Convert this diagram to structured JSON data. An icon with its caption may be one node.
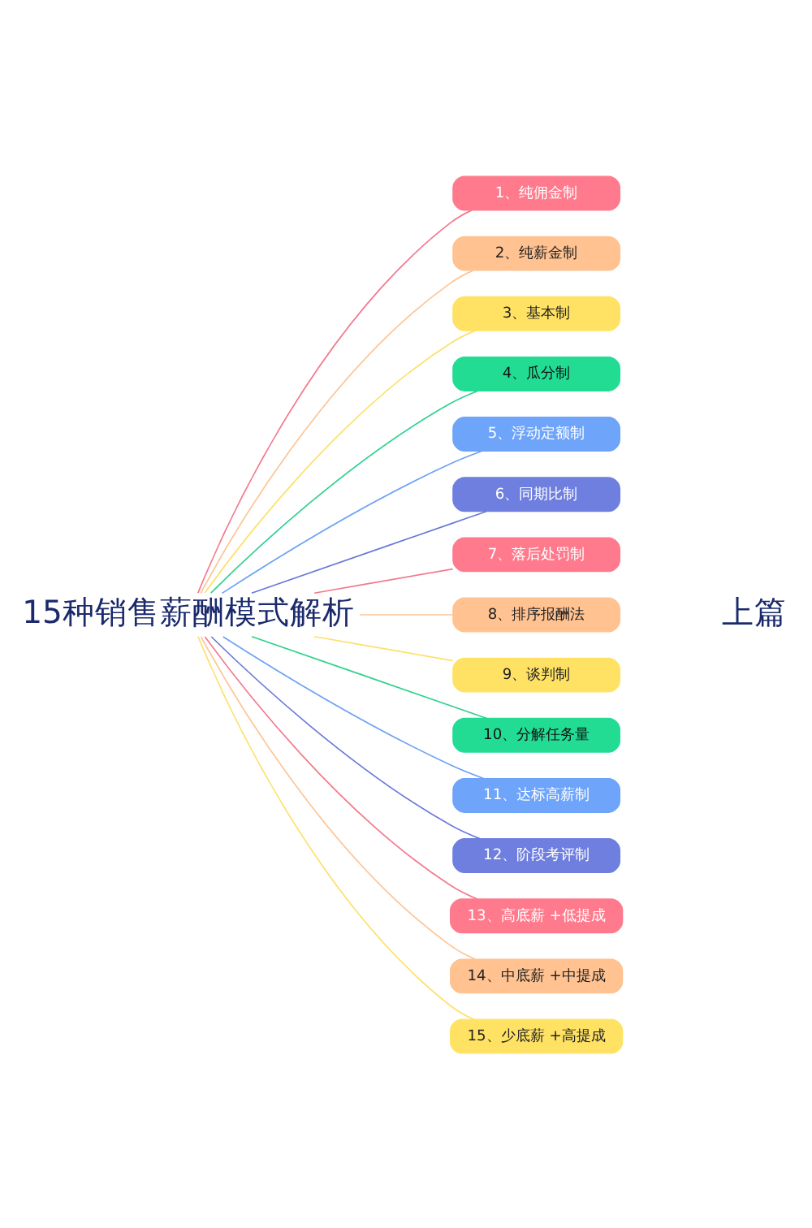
{
  "diagram": {
    "nodes": [
      {
        "text": [
          "15种销售薪酬模式解析"
        ]
      },
      {
        "text": [
          "1、纯佣金制"
        ]
      },
      {
        "text": [
          "2、纯薪金制"
        ]
      },
      {
        "text": [
          "3、基本制"
        ]
      },
      {
        "text": [
          "4、瓜分制"
        ]
      },
      {
        "text": [
          "5、浮动定额制"
        ]
      },
      {
        "text": [
          "6、同期比制"
        ]
      },
      {
        "text": [
          "7、落后处罚制"
        ]
      },
      {
        "text": [
          "8、排序报酬法"
        ]
      },
      {
        "text": [
          "9、谈判制"
        ]
      },
      {
        "text": [
          "10、分解任务量"
        ]
      },
      {
        "text": [
          "11、达标高薪制"
        ]
      },
      {
        "text": [
          "12、阶段考评制"
        ]
      },
      {
        "text": [
          "13、高底薪 +低提成"
        ]
      },
      {
        "text": [
          "14、中底薪 +中提成"
        ]
      },
      {
        "text": [
          "15、少底薪 +高提成"
        ]
      }
    ],
    "edges": [
      {
        "from": 0,
        "to": 1,
        "arrow": "none",
        "color": "#f27a8e"
      },
      {
        "from": 0,
        "to": 2,
        "arrow": "none",
        "color": "#fcc596"
      },
      {
        "from": 0,
        "to": 3,
        "arrow": "none",
        "color": "#fde06a"
      },
      {
        "from": 0,
        "to": 4,
        "arrow": "none",
        "color": "#30d08e"
      },
      {
        "from": 0,
        "to": 5,
        "arrow": "none",
        "color": "#6ea2f5"
      },
      {
        "from": 0,
        "to": 6,
        "arrow": "none",
        "color": "#6b79d9"
      },
      {
        "from": 0,
        "to": 7,
        "arrow": "none",
        "color": "#f27a8e"
      },
      {
        "from": 0,
        "to": 8,
        "arrow": "none",
        "color": "#fcc596"
      },
      {
        "from": 0,
        "to": 9,
        "arrow": "none",
        "color": "#fde06a"
      },
      {
        "from": 0,
        "to": 10,
        "arrow": "none",
        "color": "#30d08e"
      },
      {
        "from": 0,
        "to": 11,
        "arrow": "none",
        "color": "#6ea2f5"
      },
      {
        "from": 0,
        "to": 12,
        "arrow": "none",
        "color": "#6b79d9"
      },
      {
        "from": 0,
        "to": 13,
        "arrow": "none",
        "color": "#f27a8e"
      },
      {
        "from": 0,
        "to": 14,
        "arrow": "none",
        "color": "#fcc596"
      },
      {
        "from": 0,
        "to": 15,
        "arrow": "none",
        "color": "#fde06a"
      }
    ],
    "labels": [
      "上篇"
    ]
  }
}
